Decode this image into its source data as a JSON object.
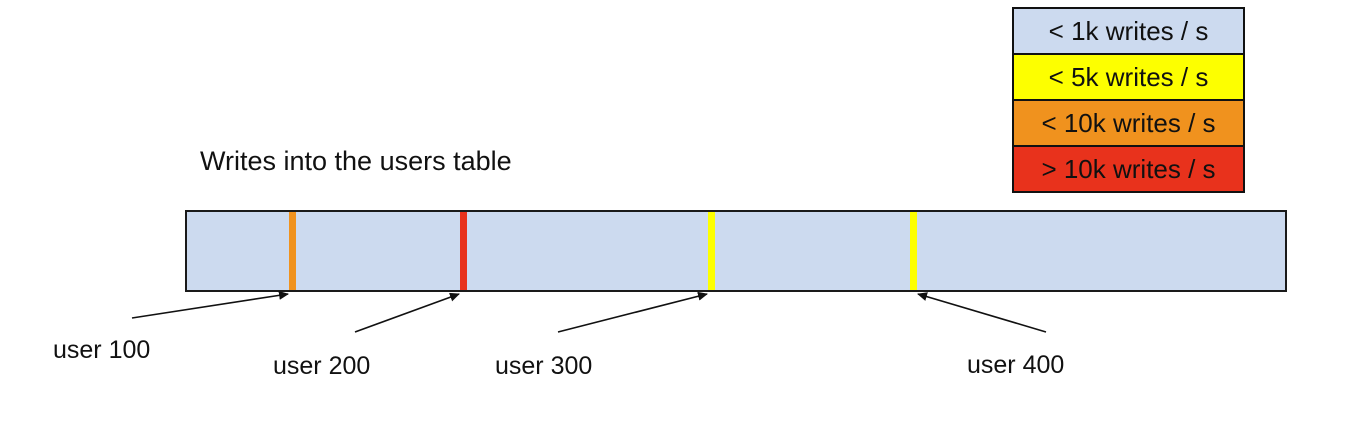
{
  "title": "Writes into the users table",
  "legend": {
    "items": [
      {
        "label": "< 1k writes / s",
        "color": "#ccdaef"
      },
      {
        "label": "< 5k writes / s",
        "color": "#fdff00"
      },
      {
        "label": "< 10k writes / s",
        "color": "#f0921e"
      },
      {
        "label": "> 10k writes / s",
        "color": "#e8321c"
      }
    ]
  },
  "bar": {
    "fill": "#ccdaef",
    "border_color": "#1a1a1a",
    "stripes": [
      {
        "user": "user 100",
        "rate": "< 10k writes / s",
        "color": "#f0921e"
      },
      {
        "user": "user 200",
        "rate": "> 10k writes / s",
        "color": "#e8321c"
      },
      {
        "user": "user 300",
        "rate": "< 5k writes / s",
        "color": "#fdff00"
      },
      {
        "user": "user 400",
        "rate": "< 5k writes / s",
        "color": "#fdff00"
      }
    ]
  }
}
